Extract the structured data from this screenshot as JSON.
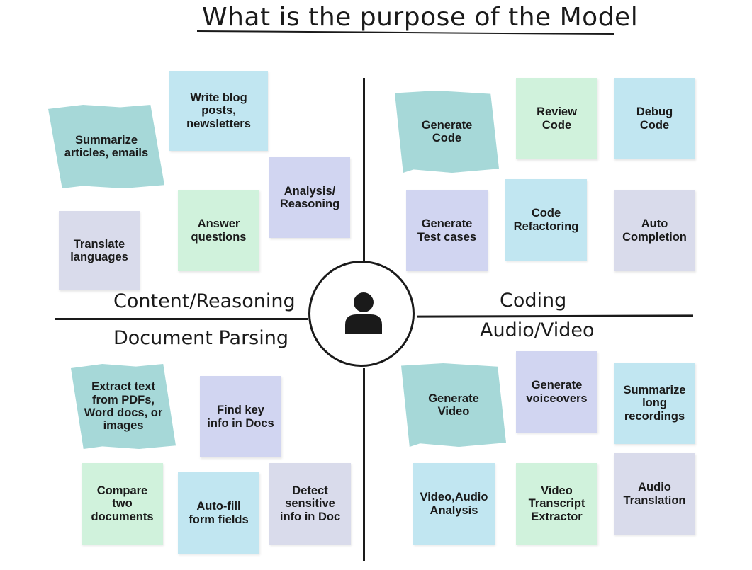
{
  "title": "What is the purpose of the Model",
  "center": {
    "icon": "person-icon"
  },
  "quadrants": {
    "content_reasoning": {
      "label": "Content/Reasoning",
      "notes": [
        "Summarize\narticles, emails",
        "Write blog\nposts,\nnewsletters",
        "Analysis/\nReasoning",
        "Answer\nquestions",
        "Translate\nlanguages"
      ]
    },
    "coding": {
      "label": "Coding",
      "notes": [
        "Generate\nCode",
        "Review\nCode",
        "Debug\nCode",
        "Generate\nTest cases",
        "Code\nRefactoring",
        "Auto\nCompletion"
      ]
    },
    "document_parsing": {
      "label": "Document Parsing",
      "notes": [
        "Extract text\nfrom PDFs,\nWord docs, or\nimages",
        "Find key\ninfo in Docs",
        "Compare\ntwo\ndocuments",
        "Auto-fill\nform fields",
        "Detect\nsensitive\ninfo in Doc"
      ]
    },
    "audio_video": {
      "label": "Audio/Video",
      "notes": [
        "Generate\nVideo",
        "Generate\nvoiceovers",
        "Summarize\nlong\nrecordings",
        "Video,Audio\nAnalysis",
        "Video\nTranscript\nExtractor",
        "Audio\nTranslation"
      ]
    }
  },
  "colors": {
    "teal": "#a6d8d8",
    "sky": "#c1e6f1",
    "mint": "#d0f2dc",
    "lavender": "#d1d5f1",
    "gray": "#d9dbeb",
    "ink": "#1a1a1a"
  }
}
